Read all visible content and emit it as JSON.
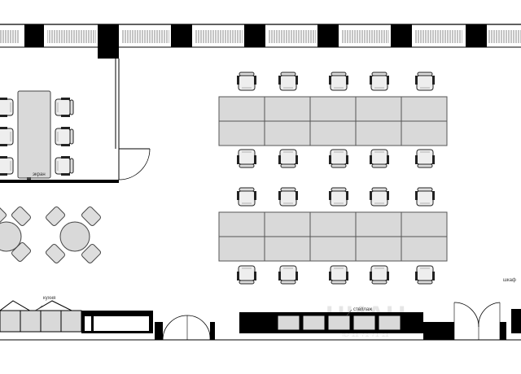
{
  "plan": {
    "labels": {
      "monitor": "экран",
      "kitchen": "кухня",
      "shelving": "стеллаж",
      "cabinet": "шкаф"
    },
    "watermark": "ЦИАН",
    "watermark_sub": "ID 11 71 71 11"
  },
  "colors": {
    "wall": "#000000",
    "table_fill": "#d9d9d9",
    "line": "#333333"
  }
}
